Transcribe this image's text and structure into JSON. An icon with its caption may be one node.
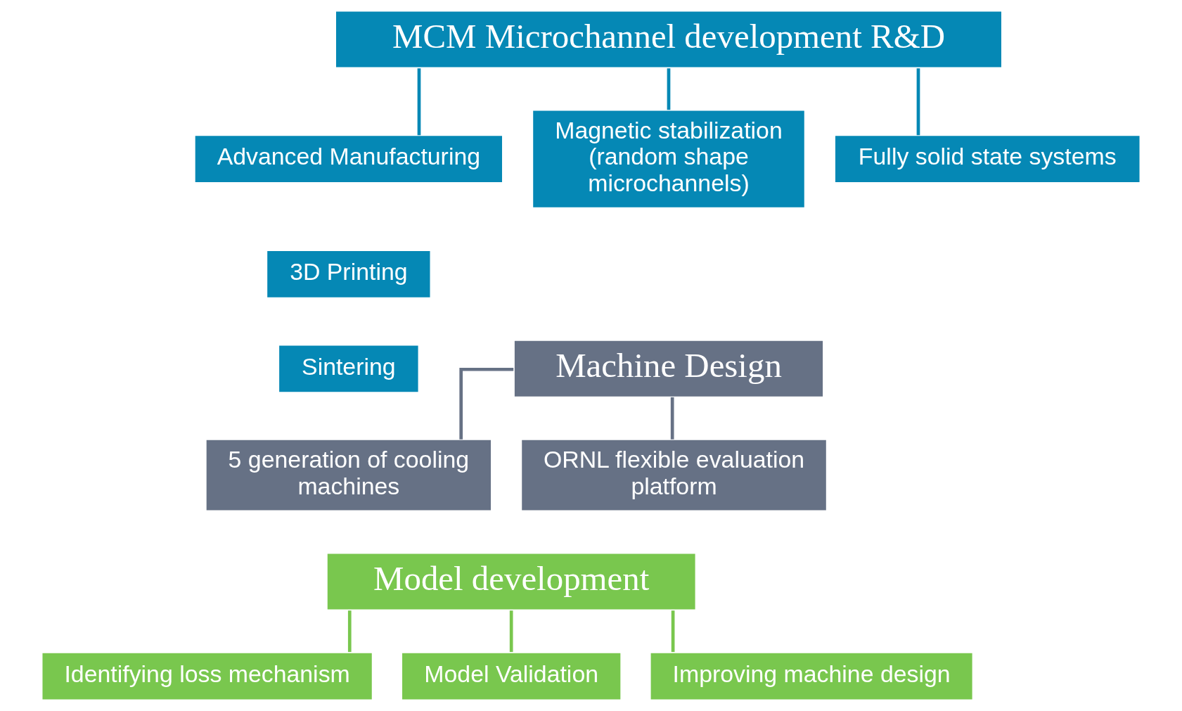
{
  "diagram": {
    "nodes": [
      {
        "text": [
          "MCM Microchannel development R&D"
        ]
      },
      {
        "text": [
          "Advanced Manufacturing"
        ]
      },
      {
        "text": [
          "Magnetic stabilization (random shape microchannels)"
        ]
      },
      {
        "text": [
          "Fully solid state systems"
        ]
      },
      {
        "text": [
          "3D Printing"
        ]
      },
      {
        "text": [
          "Sintering"
        ]
      },
      {
        "text": [
          "Machine Design"
        ]
      },
      {
        "text": [
          "5 generation of cooling machines"
        ]
      },
      {
        "text": [
          "ORNL flexible evaluation platform"
        ]
      },
      {
        "text": [
          "Model development"
        ]
      },
      {
        "text": [
          "Identifying loss mechanism"
        ]
      },
      {
        "text": [
          "Model Validation"
        ]
      },
      {
        "text": [
          "Improving machine design"
        ]
      }
    ],
    "edges": [
      {
        "from": 0,
        "to": 1,
        "arrow": "none",
        "color": "#0588b5"
      },
      {
        "from": 0,
        "to": 2,
        "arrow": "none",
        "color": "#0588b5"
      },
      {
        "from": 0,
        "to": 3,
        "arrow": "none",
        "color": "#0588b5"
      },
      {
        "from": 6,
        "to": 7,
        "arrow": "none",
        "color": "#667185"
      },
      {
        "from": 6,
        "to": 8,
        "arrow": "none",
        "color": "#667185"
      },
      {
        "from": 9,
        "to": 10,
        "arrow": "none",
        "color": "#79c74e"
      },
      {
        "from": 9,
        "to": 11,
        "arrow": "none",
        "color": "#79c74e"
      },
      {
        "from": 9,
        "to": 12,
        "arrow": "none",
        "color": "#79c74e"
      }
    ]
  }
}
